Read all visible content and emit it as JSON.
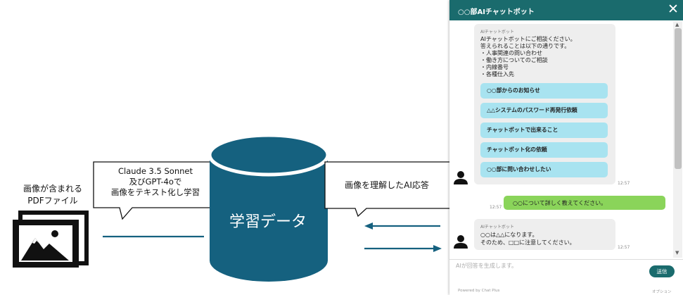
{
  "diagram": {
    "pdf_label_line1": "画像が含まれる",
    "pdf_label_line2": "PDFファイル",
    "callout_left_line1": "Claude 3.5 Sonnet",
    "callout_left_line2": "及びGPT-4oで",
    "callout_left_line3": "画像をテキスト化し学習",
    "db_label": "学習データ",
    "callout_right": "画像を理解したAI応答",
    "colors": {
      "database": "#15617f",
      "arrows": "#15617f"
    }
  },
  "chat": {
    "title": "○○部AIチャットボット",
    "close": "✕",
    "bot1": {
      "sender": "AIチャットボット",
      "lines": [
        "AIチャットボットにご相談ください。",
        "答えられることは以下の通りです。",
        "・人事関連の問い合わせ",
        "・働き方についてのご相談",
        "・内線番号",
        "・各種仕入先"
      ],
      "choices": [
        "○○部からのお知らせ",
        "△△システムのパスワード再発行依頼",
        "チャットボットで出来ること",
        "チャットボット化の依頼",
        "○○部に問い合わせしたい"
      ],
      "time": "12:57"
    },
    "user": {
      "text": "○○について詳しく教えてください。",
      "time": "12:57"
    },
    "bot2": {
      "sender": "AIチャットボット",
      "lines": [
        "○○は△△になります。",
        "そのため、□□に注意してください。"
      ],
      "time": "12:57"
    },
    "input_placeholder": "AIが回答を生成します。",
    "send_label": "送信",
    "powered_by": "Powered by Chat Plus",
    "option_label": "オプション",
    "colors": {
      "header": "#1a6b6d",
      "choice": "#a8e3f0",
      "user_bubble": "#8ad45a"
    }
  }
}
